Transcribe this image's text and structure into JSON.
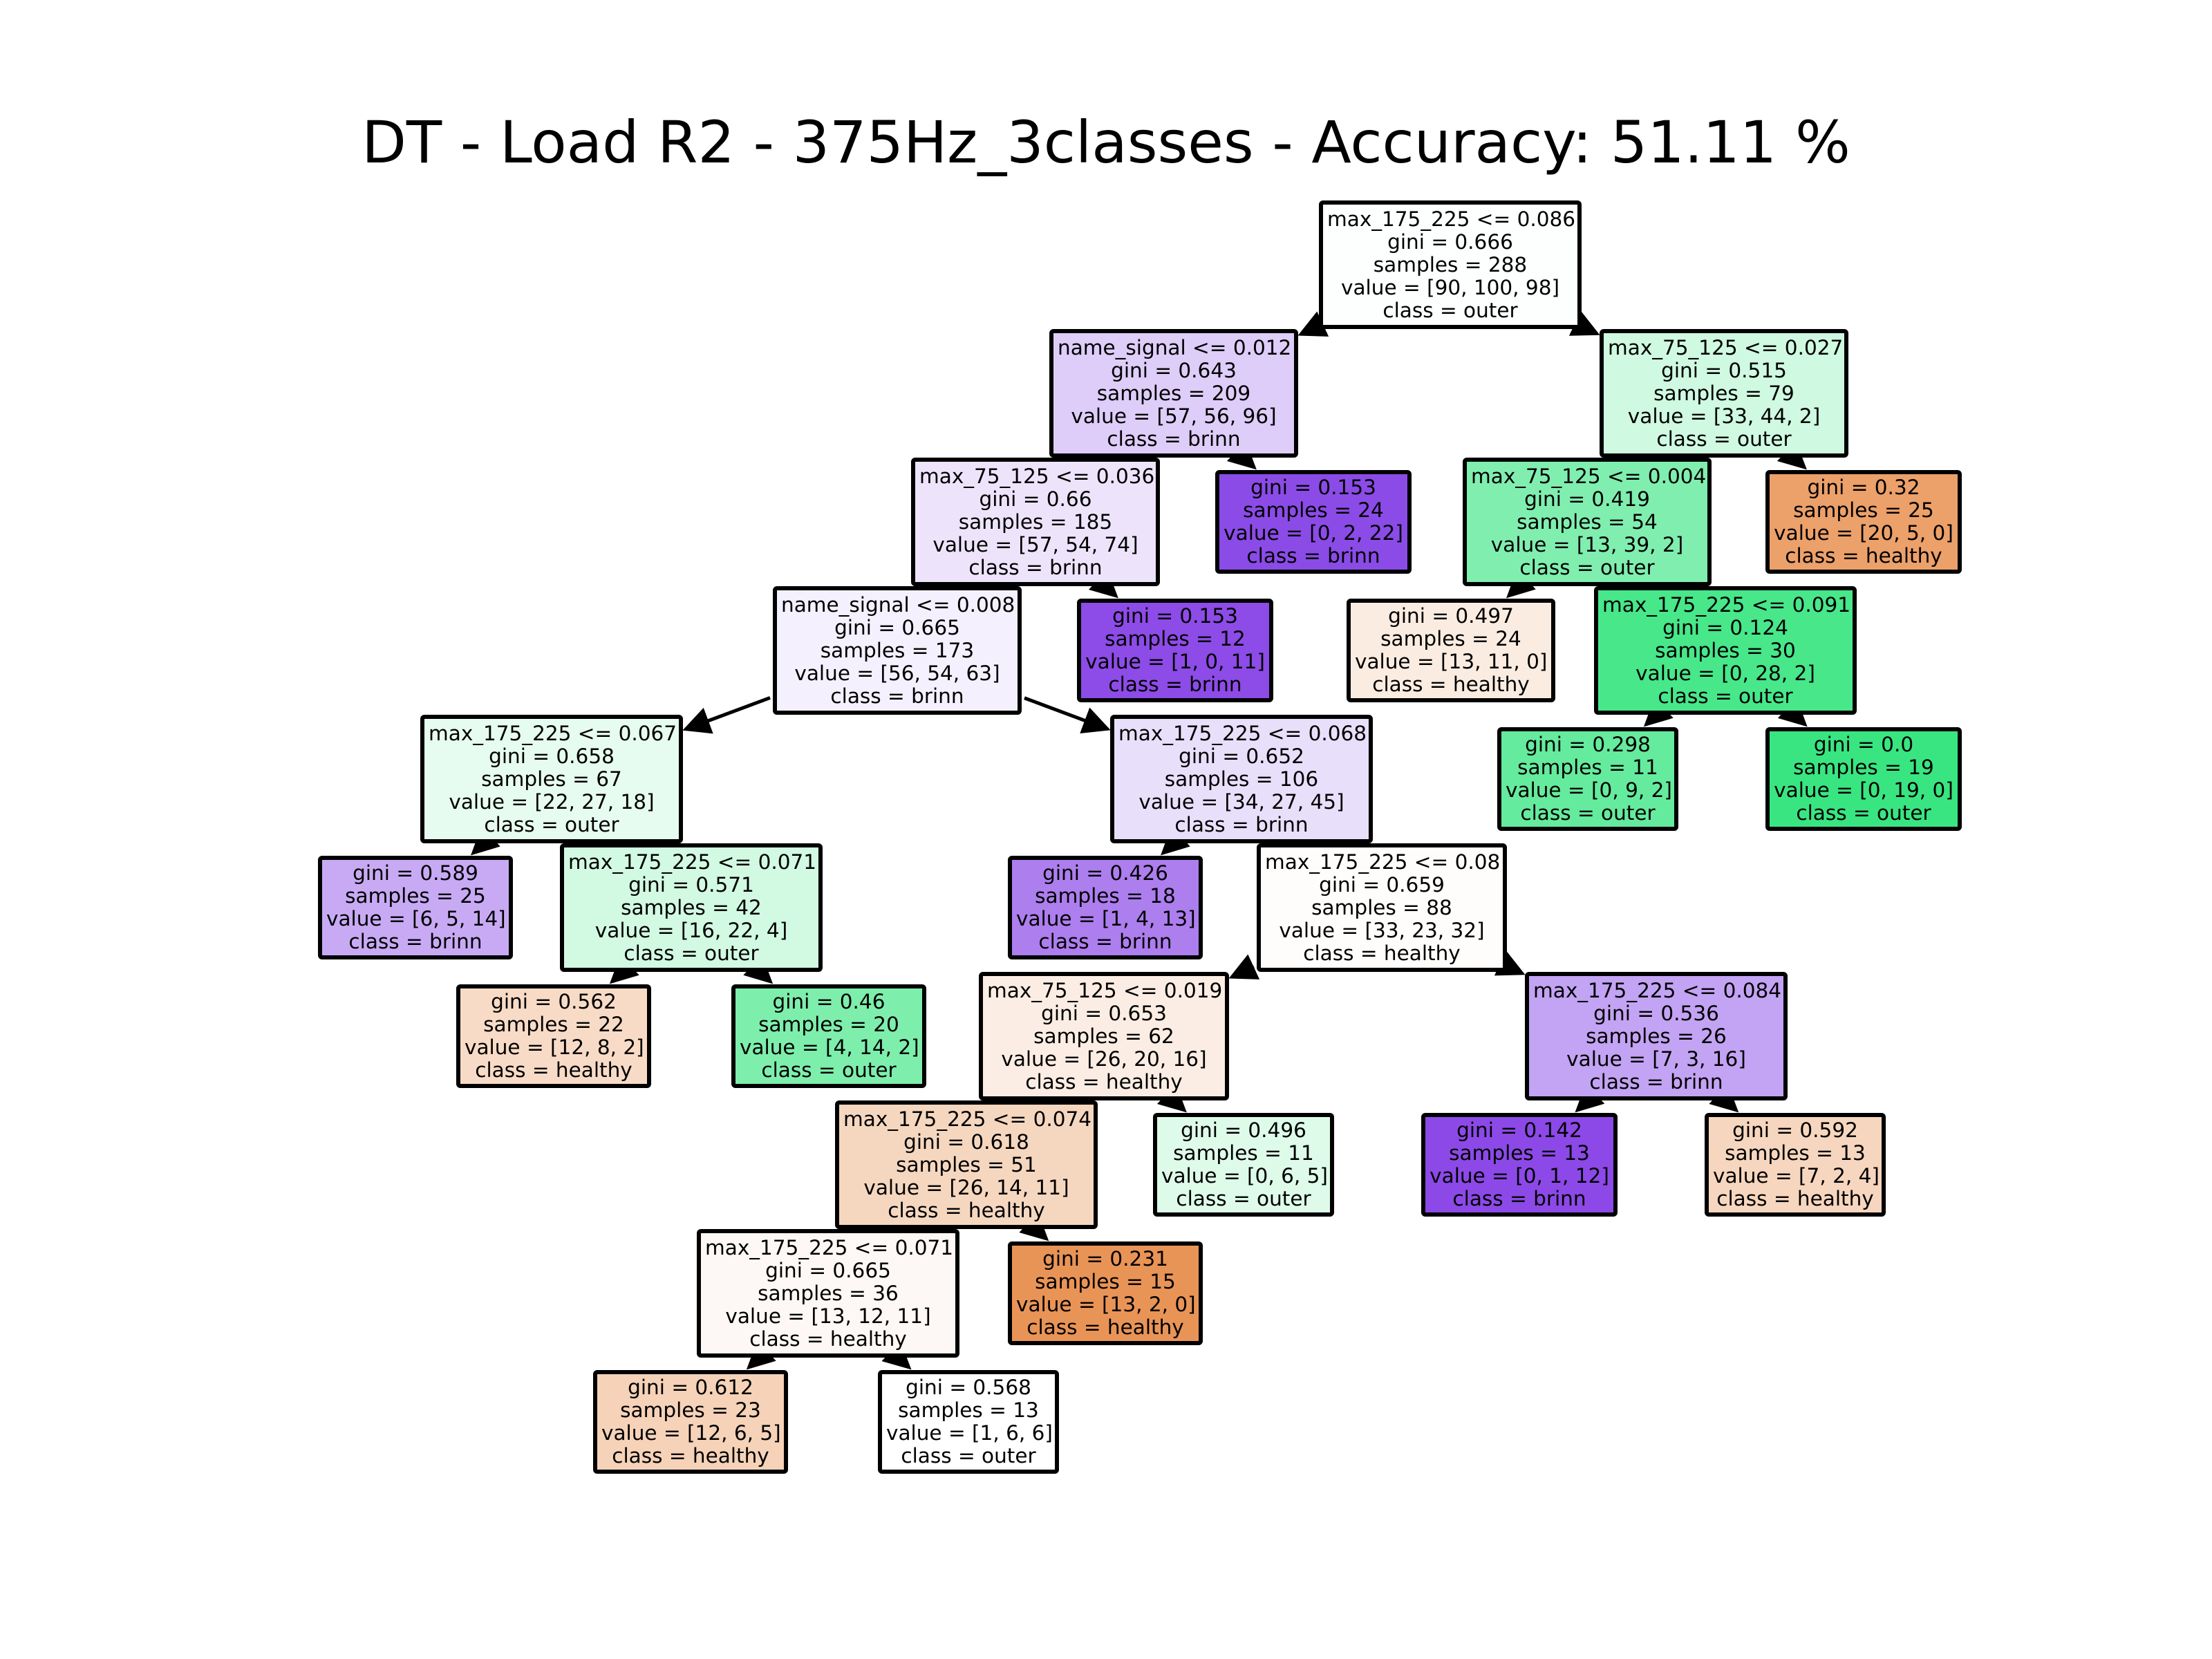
{
  "title": "DT - Load R2 - 375Hz_3classes - Accuracy: 51.11 %",
  "colors": {
    "healthy": "#e58139",
    "outer": "#39e581",
    "brinn": "#8139e5"
  },
  "nodes": [
    {
      "id": "n0",
      "lines": [
        "max_175_225 <= 0.086",
        "gini = 0.666",
        "samples = 288",
        "value = [90, 100, 98]",
        "class = outer"
      ],
      "fill": "#fcfffd"
    },
    {
      "id": "n1",
      "lines": [
        "name_signal <= 0.012",
        "gini = 0.643",
        "samples = 209",
        "value = [57, 56, 96]",
        "class = brinn"
      ],
      "fill": "#decdf8"
    },
    {
      "id": "n2",
      "lines": [
        "max_75_125 <= 0.027",
        "gini = 0.515",
        "samples = 79",
        "value = [33, 44, 2]",
        "class = outer"
      ],
      "fill": "#cff9e0"
    },
    {
      "id": "n3",
      "lines": [
        "max_75_125 <= 0.036",
        "gini = 0.66",
        "samples = 185",
        "value = [57, 54, 74]",
        "class = brinn"
      ],
      "fill": "#ede4fb"
    },
    {
      "id": "n4",
      "lines": [
        "gini = 0.153",
        "samples = 24",
        "value = [0, 2, 22]",
        "class = brinn"
      ],
      "fill": "#8b4be7"
    },
    {
      "id": "n5",
      "lines": [
        "max_75_125 <= 0.004",
        "gini = 0.419",
        "samples = 54",
        "value = [13, 39, 2]",
        "class = outer"
      ],
      "fill": "#80eeaf"
    },
    {
      "id": "n6",
      "lines": [
        "gini = 0.32",
        "samples = 25",
        "value = [20, 5, 0]",
        "class = healthy"
      ],
      "fill": "#eca06a"
    },
    {
      "id": "n7",
      "lines": [
        "name_signal <= 0.008",
        "gini = 0.665",
        "samples = 173",
        "value = [56, 54, 63]",
        "class = brinn"
      ],
      "fill": "#f5f0fd"
    },
    {
      "id": "n8",
      "lines": [
        "gini = 0.153",
        "samples = 12",
        "value = [1, 0, 11]",
        "class = brinn"
      ],
      "fill": "#8d4be7"
    },
    {
      "id": "n9",
      "lines": [
        "gini = 0.497",
        "samples = 24",
        "value = [13, 11, 0]",
        "class = healthy"
      ],
      "fill": "#fbece1"
    },
    {
      "id": "n10",
      "lines": [
        "max_175_225 <= 0.091",
        "gini = 0.124",
        "samples = 30",
        "value = [0, 28, 2]",
        "class = outer"
      ],
      "fill": "#47e78a"
    },
    {
      "id": "n11",
      "lines": [
        "max_175_225 <= 0.067",
        "gini = 0.658",
        "samples = 67",
        "value = [22, 27, 18]",
        "class = outer"
      ],
      "fill": "#e7fcf0"
    },
    {
      "id": "n12",
      "lines": [
        "max_175_225 <= 0.068",
        "gini = 0.652",
        "samples = 106",
        "value = [34, 27, 45]",
        "class = brinn"
      ],
      "fill": "#e8dffb"
    },
    {
      "id": "n13",
      "lines": [
        "gini = 0.298",
        "samples = 11",
        "value = [0, 9, 2]",
        "class = outer"
      ],
      "fill": "#65eb9d"
    },
    {
      "id": "n14",
      "lines": [
        "gini = 0.0",
        "samples = 19",
        "value = [0, 19, 0]",
        "class = outer"
      ],
      "fill": "#39e581"
    },
    {
      "id": "n15",
      "lines": [
        "gini = 0.589",
        "samples = 25",
        "value = [6, 5, 14]",
        "class = brinn"
      ],
      "fill": "#c8aaf4"
    },
    {
      "id": "n16",
      "lines": [
        "max_175_225 <= 0.071",
        "gini = 0.571",
        "samples = 42",
        "value = [16, 22, 4]",
        "class = outer"
      ],
      "fill": "#d2f9e2"
    },
    {
      "id": "n17",
      "lines": [
        "gini = 0.426",
        "samples = 18",
        "value = [1, 4, 13]",
        "class = brinn"
      ],
      "fill": "#ad7eee"
    },
    {
      "id": "n18",
      "lines": [
        "max_175_225 <= 0.08",
        "gini = 0.659",
        "samples = 88",
        "value = [33, 23, 32]",
        "class = healthy"
      ],
      "fill": "#fffdfb"
    },
    {
      "id": "n19",
      "lines": [
        "gini = 0.562",
        "samples = 22",
        "value = [12, 8, 2]",
        "class = healthy"
      ],
      "fill": "#f8dbc6"
    },
    {
      "id": "n20",
      "lines": [
        "gini = 0.46",
        "samples = 20",
        "value = [4, 14, 2]",
        "class = outer"
      ],
      "fill": "#7eeeac"
    },
    {
      "id": "n21",
      "lines": [
        "max_75_125 <= 0.019",
        "gini = 0.653",
        "samples = 62",
        "value = [26, 20, 16]",
        "class = healthy"
      ],
      "fill": "#fbede3"
    },
    {
      "id": "n22",
      "lines": [
        "max_175_225 <= 0.084",
        "gini = 0.536",
        "samples = 26",
        "value = [7, 3, 16]",
        "class = brinn"
      ],
      "fill": "#c3a3f3"
    },
    {
      "id": "n23",
      "lines": [
        "max_175_225 <= 0.074",
        "gini = 0.618",
        "samples = 51",
        "value = [26, 14, 11]",
        "class = healthy"
      ],
      "fill": "#f5d7c0"
    },
    {
      "id": "n24",
      "lines": [
        "gini = 0.496",
        "samples = 11",
        "value = [0, 6, 5]",
        "class = outer"
      ],
      "fill": "#defbea"
    },
    {
      "id": "n25",
      "lines": [
        "gini = 0.142",
        "samples = 13",
        "value = [0, 1, 12]",
        "class = brinn"
      ],
      "fill": "#8c49e7"
    },
    {
      "id": "n26",
      "lines": [
        "gini = 0.592",
        "samples = 13",
        "value = [7, 2, 4]",
        "class = healthy"
      ],
      "fill": "#f6d6be"
    },
    {
      "id": "n27",
      "lines": [
        "max_175_225 <= 0.071",
        "gini = 0.665",
        "samples = 36",
        "value = [13, 12, 11]",
        "class = healthy"
      ],
      "fill": "#fdf8f5"
    },
    {
      "id": "n28",
      "lines": [
        "gini = 0.231",
        "samples = 15",
        "value = [13, 2, 0]",
        "class = healthy"
      ],
      "fill": "#e99457"
    },
    {
      "id": "n29",
      "lines": [
        "gini = 0.612",
        "samples = 23",
        "value = [12, 6, 5]",
        "class = healthy"
      ],
      "fill": "#f5d2b8"
    },
    {
      "id": "n30",
      "lines": [
        "gini = 0.568",
        "samples = 13",
        "value = [1, 6, 6]",
        "class = outer"
      ],
      "fill": "#ffffff"
    }
  ],
  "edges": [
    [
      "n0",
      "n1"
    ],
    [
      "n0",
      "n2"
    ],
    [
      "n1",
      "n3"
    ],
    [
      "n1",
      "n4"
    ],
    [
      "n2",
      "n5"
    ],
    [
      "n2",
      "n6"
    ],
    [
      "n3",
      "n7"
    ],
    [
      "n3",
      "n8"
    ],
    [
      "n5",
      "n9"
    ],
    [
      "n5",
      "n10"
    ],
    [
      "n7",
      "n11"
    ],
    [
      "n7",
      "n12"
    ],
    [
      "n10",
      "n13"
    ],
    [
      "n10",
      "n14"
    ],
    [
      "n11",
      "n15"
    ],
    [
      "n11",
      "n16"
    ],
    [
      "n12",
      "n17"
    ],
    [
      "n12",
      "n18"
    ],
    [
      "n16",
      "n19"
    ],
    [
      "n16",
      "n20"
    ],
    [
      "n18",
      "n21"
    ],
    [
      "n18",
      "n22"
    ],
    [
      "n21",
      "n23"
    ],
    [
      "n21",
      "n24"
    ],
    [
      "n22",
      "n25"
    ],
    [
      "n22",
      "n26"
    ],
    [
      "n23",
      "n27"
    ],
    [
      "n23",
      "n28"
    ],
    [
      "n27",
      "n29"
    ],
    [
      "n27",
      "n30"
    ]
  ]
}
